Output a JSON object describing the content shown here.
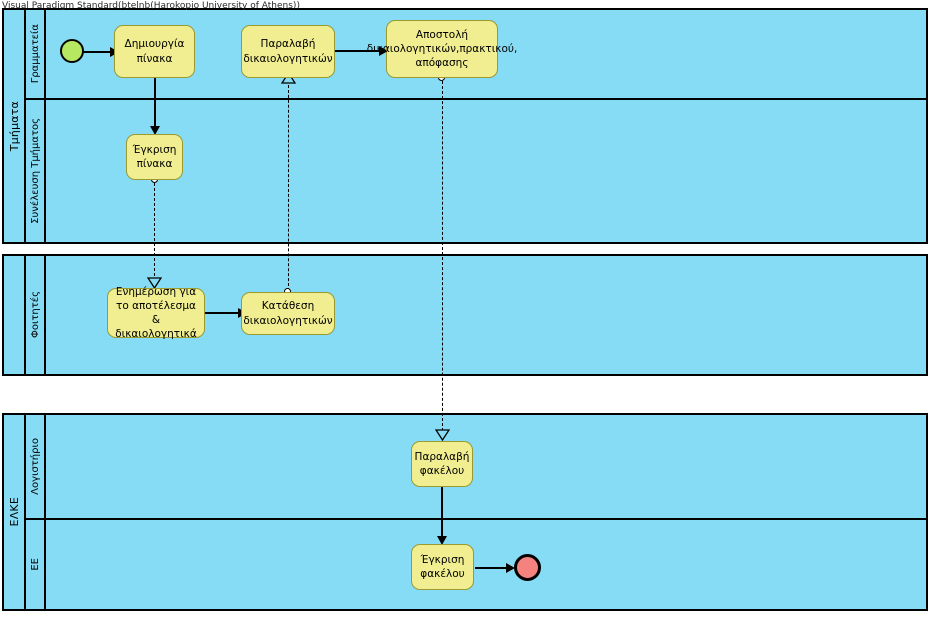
{
  "watermark": "Visual Paradigm Standard(btelnb(Harokopio University of Athens))",
  "pools": [
    {
      "name": "Τμήματα",
      "lanes": [
        {
          "name": "Γραμματεία"
        },
        {
          "name": "Συνέλευση Τμήματος"
        }
      ]
    },
    {
      "name": "",
      "lanes": [
        {
          "name": "Φοιτητές"
        }
      ]
    },
    {
      "name": "ΕΛΚΕ",
      "lanes": [
        {
          "name": "Λογιστήριο"
        },
        {
          "name": "ΕΕ"
        }
      ]
    }
  ],
  "tasks": [
    {
      "id": "t1",
      "label": "Δημιουργία πίνακα"
    },
    {
      "id": "t2",
      "label": "Παραλαβή δικαιολογητικών"
    },
    {
      "id": "t3",
      "label": "Αποστολή δικαιολογητικών,πρακτικού, απόφασης"
    },
    {
      "id": "t4",
      "label": "Έγκριση πίνακα"
    },
    {
      "id": "t5",
      "label": "Ενημέρωση για το αποτέλεσμα & δικαιολογητικά"
    },
    {
      "id": "t6",
      "label": "Κατάθεση δικαιολογητικών"
    },
    {
      "id": "t7",
      "label": "Παραλαβή φακέλου"
    },
    {
      "id": "t8",
      "label": "Έγκριση φακέλου"
    }
  ],
  "events": [
    {
      "id": "e-start",
      "type": "start"
    },
    {
      "id": "e-end",
      "type": "end"
    }
  ],
  "colors": {
    "pool_fill": "#87DCF5",
    "task_fill": "#F0EE90",
    "task_stroke": "#9A9A30",
    "start_event_fill": "#B7E861",
    "end_event_fill": "#F4827E",
    "line": "#000000",
    "canvas": "#FFFFFF"
  }
}
